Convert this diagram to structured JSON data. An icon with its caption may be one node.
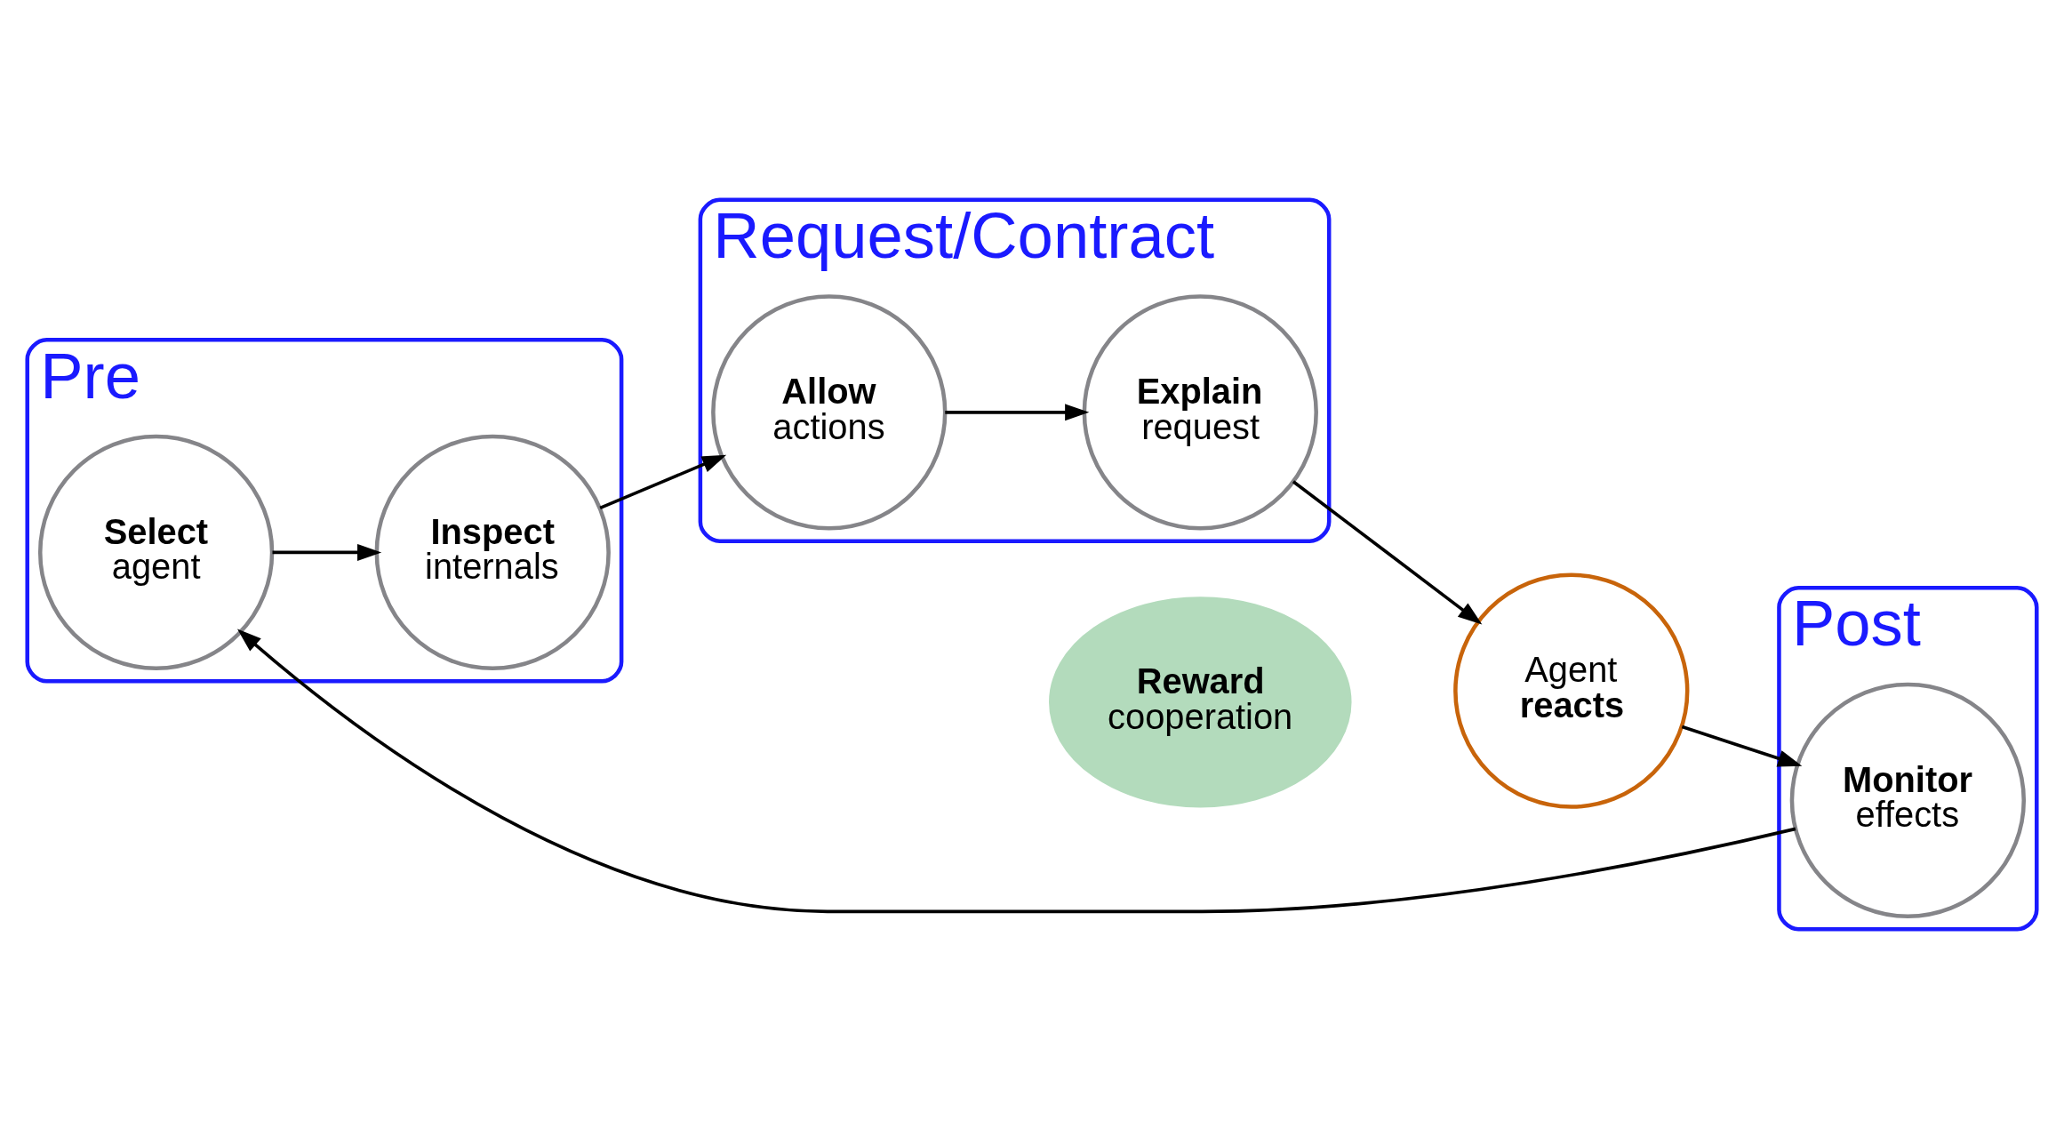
{
  "diagram": {
    "nodes": [
      {
        "text": [
          "Pre"
        ]
      },
      {
        "text": [
          "Inspect",
          "internals"
        ],
        "in": 0
      },
      {
        "text": [
          "Select",
          "agent"
        ],
        "in": 0
      },
      {
        "text": [
          "Request/Contract"
        ]
      },
      {
        "text": [
          "Allow",
          "actions"
        ],
        "in": 3
      },
      {
        "text": [
          "Explain",
          "request"
        ],
        "in": 3
      },
      {
        "text": [
          "Reward",
          "cooperation"
        ]
      },
      {
        "text": [
          "Agent",
          "reacts"
        ]
      },
      {
        "text": [
          "Post"
        ]
      },
      {
        "text": [
          "Monitor",
          "effects"
        ],
        "in": 8
      }
    ],
    "edges": [
      {
        "from": 1,
        "to": 4,
        "arrow": "to"
      },
      {
        "from": 4,
        "to": 5,
        "arrow": "to"
      },
      {
        "from": 5,
        "to": 7,
        "arrow": "to"
      },
      {
        "from": 7,
        "to": 9,
        "arrow": "to"
      },
      {
        "from": 9,
        "to": 2,
        "arrow": "to"
      },
      {
        "from": 2,
        "to": 1,
        "arrow": "to"
      }
    ]
  }
}
